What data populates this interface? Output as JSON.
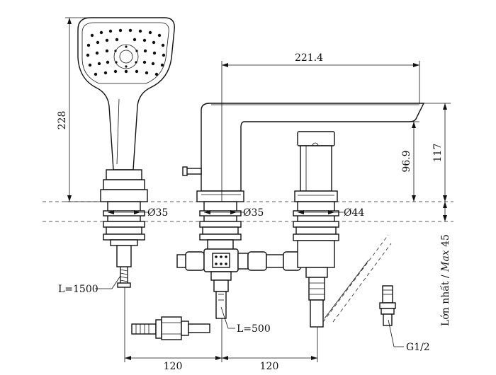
{
  "dimensions": {
    "handshower_height": "228",
    "spout_reach": "221.4",
    "spout_height": "96.9",
    "body_height": "117",
    "dia_left": "Ø35",
    "dia_middle": "Ø35",
    "dia_right": "Ø44",
    "hose_length": "L=1500",
    "pipe_length": "L=500",
    "spacing_left": "120",
    "spacing_right": "120",
    "thread": "G1/2",
    "max_deck_prefix": "Lớn nhất / ",
    "max_deck_italic": "Max",
    "max_deck_value": " 45"
  }
}
